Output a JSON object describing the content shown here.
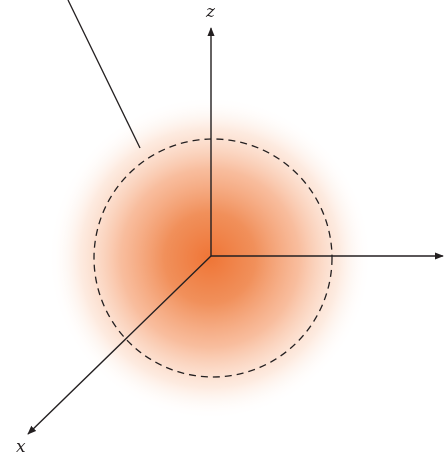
{
  "diagram": {
    "type": "3d-axes-with-spherical-cloud",
    "axes": {
      "z": {
        "label": "z"
      },
      "y": {
        "label": ""
      },
      "x": {
        "label": "x"
      }
    },
    "colors": {
      "cloud_core": "#ef7536",
      "cloud_mid": "#f6a77d",
      "cloud_edge": "#ffffff",
      "lines": "#231f20"
    },
    "elements": [
      "probability-cloud",
      "dashed-boundary-sphere",
      "pointer-line",
      "z-axis",
      "y-axis",
      "x-axis"
    ]
  }
}
